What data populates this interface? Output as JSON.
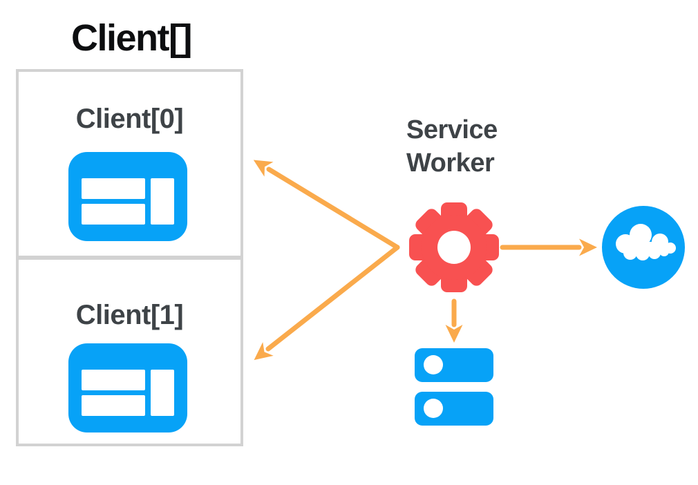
{
  "diagram": {
    "title": "Client[]",
    "clients": [
      {
        "label": "Client[0]",
        "icon": "browser-window-icon"
      },
      {
        "label": "Client[1]",
        "icon": "browser-window-icon"
      }
    ],
    "service_worker": {
      "line1": "Service",
      "line2": "Worker",
      "icon": "gear-icon"
    },
    "network": {
      "icon": "cloud-icon"
    },
    "storage": {
      "icon": "database-icon"
    },
    "connections": [
      {
        "from": "service-worker",
        "to": "client-0",
        "style": "one-way-arrow"
      },
      {
        "from": "service-worker",
        "to": "client-1",
        "style": "one-way-arrow"
      },
      {
        "from": "service-worker",
        "to": "cloud",
        "style": "one-way-arrow"
      },
      {
        "from": "service-worker",
        "to": "database",
        "style": "one-way-arrow"
      }
    ],
    "colors": {
      "icon_blue": "#07a2f7",
      "gear_red": "#f85151",
      "arrow_orange": "#faaa4c",
      "box_border_gray": "#d2d2d2",
      "title_text": "#0d0e10",
      "label_text": "#3e4347",
      "background": "#ffffff"
    }
  }
}
